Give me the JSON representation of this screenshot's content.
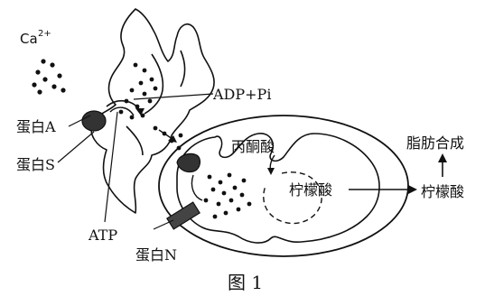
{
  "diagram": {
    "labels": {
      "ca": "Ca",
      "ca_charge": "2+",
      "adp_pi": "ADP+Pi",
      "protein_a": "蛋白A",
      "protein_s": "蛋白S",
      "protein_n": "蛋白N",
      "atp": "ATP",
      "pyruvate": "丙酮酸",
      "citrate_inside": "柠檬酸",
      "citrate_outside": "柠檬酸",
      "fat_synthesis": "脂肪合成"
    },
    "caption": "图 1"
  }
}
